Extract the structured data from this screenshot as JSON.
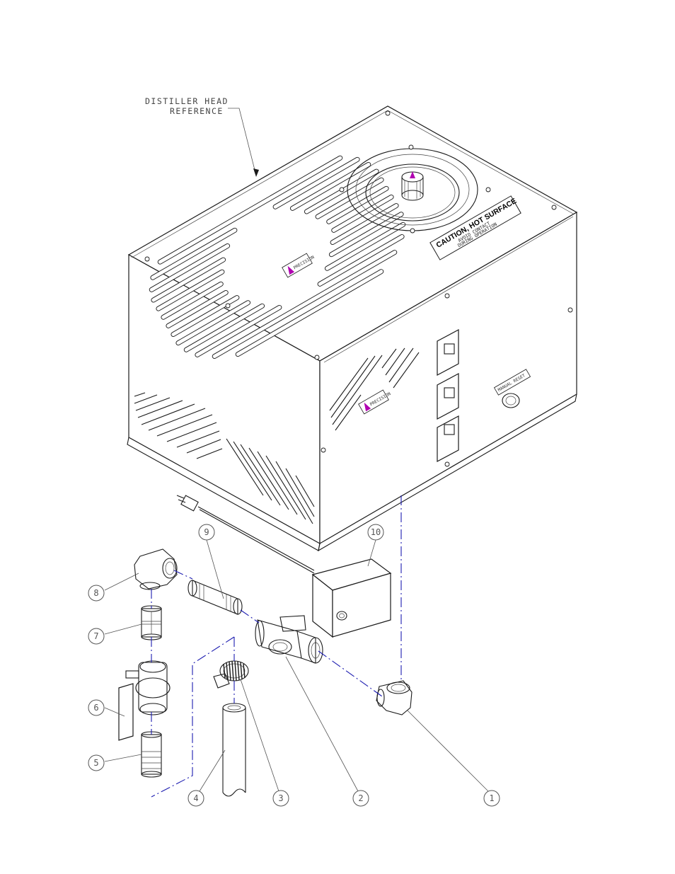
{
  "reference_label": {
    "line1": "DISTILLER HEAD",
    "line2": "REFERENCE"
  },
  "caution_label": {
    "title": "CAUTION, HOT SURFACE",
    "line1": "AVOID CONTACT",
    "line2": "DURING OPERATION"
  },
  "manual_reset_label": "MANUAL RESET",
  "logo_text": "PRECISION",
  "callouts": [
    {
      "number": "1"
    },
    {
      "number": "2"
    },
    {
      "number": "3"
    },
    {
      "number": "4"
    },
    {
      "number": "5"
    },
    {
      "number": "6"
    },
    {
      "number": "7"
    },
    {
      "number": "8"
    },
    {
      "number": "9"
    },
    {
      "number": "10"
    }
  ],
  "colors": {
    "line": "#1a1a1a",
    "centerline": "#1c1cb0",
    "logo_accent": "#b000b0"
  }
}
